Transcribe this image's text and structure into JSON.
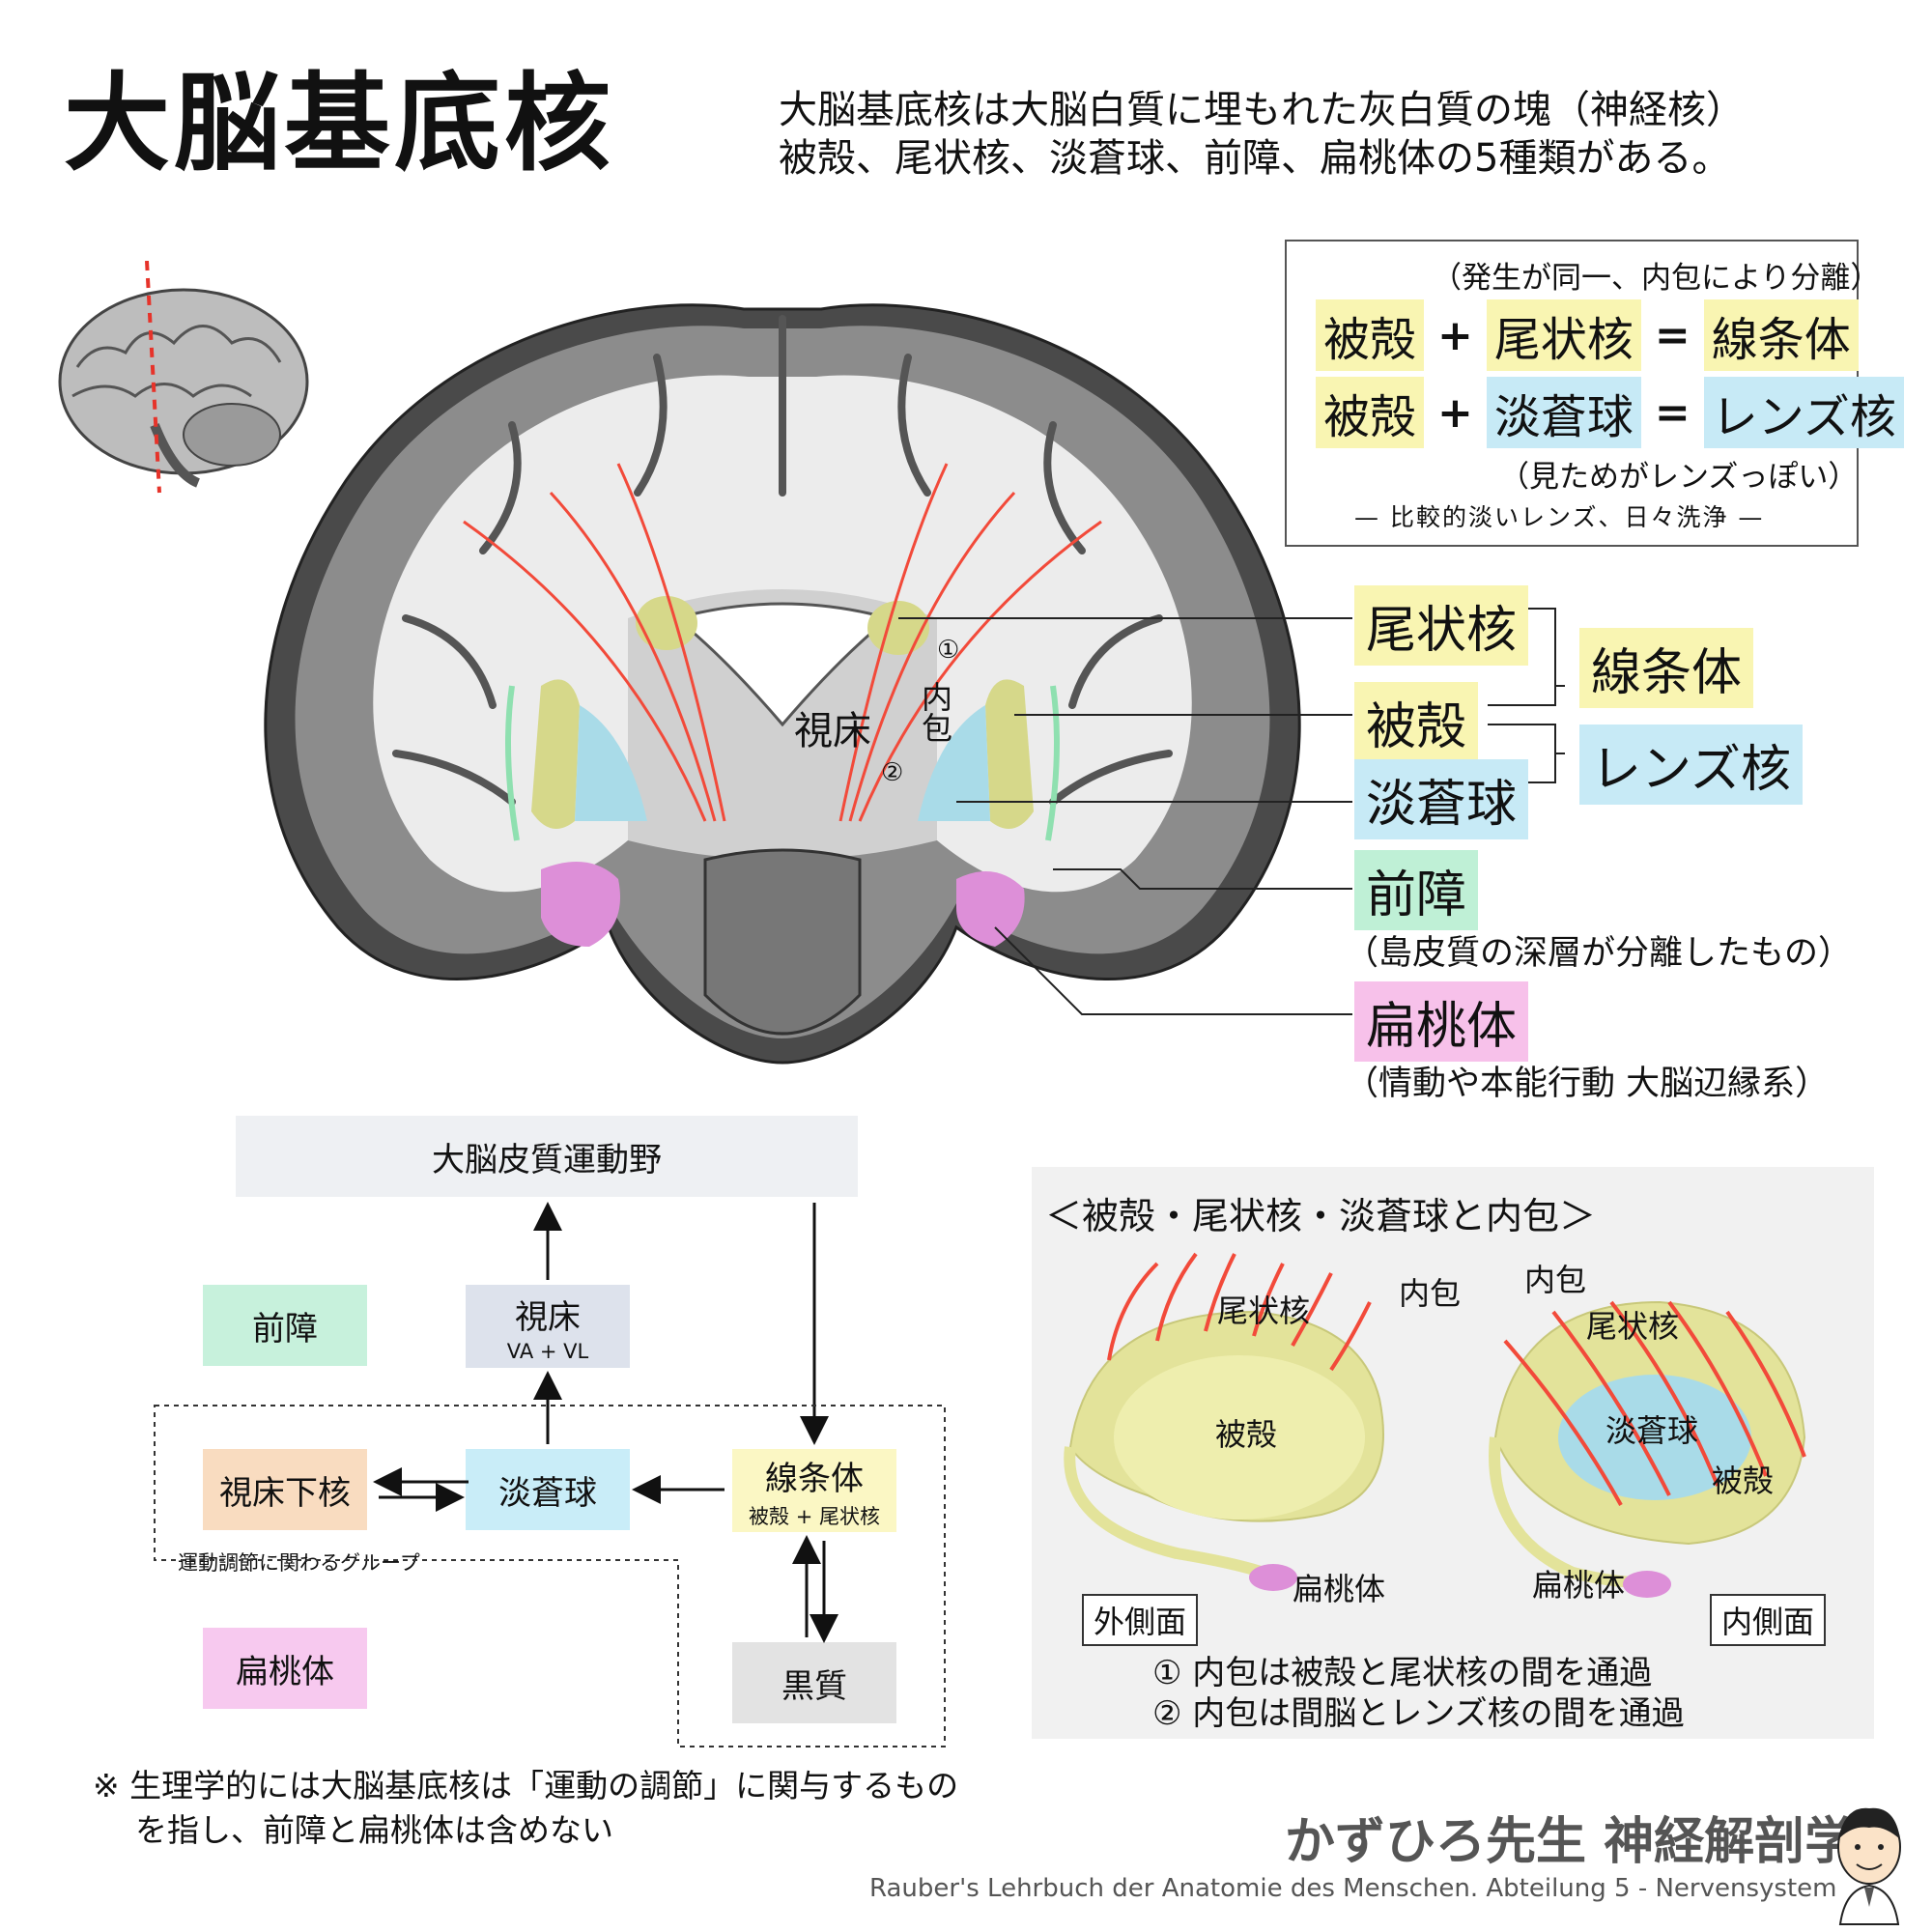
{
  "header": {
    "title": "大脳基底核",
    "intro_line1": "大脳基底核は大脳白質に埋もれた灰白質の塊（神経核）",
    "intro_line2": "被殻、尾状核、淡蒼球、前障、扁桃体の5種類がある。"
  },
  "info_box": {
    "note_top": "（発生が同一、内包により分離）",
    "eq1": {
      "a": "被殻",
      "plus": "+",
      "b": "尾状核",
      "eq": "=",
      "result": "線条体"
    },
    "eq2": {
      "a": "被殻",
      "plus": "+",
      "b": "淡蒼球",
      "eq": "=",
      "result": "レンズ核"
    },
    "note_bottom": "（見ためがレンズっぽい）",
    "mnemonic": "— 比較的淡いレンズ、日々洗浄 —"
  },
  "section": {
    "thalamus_label": "視床",
    "internal_capsule_label": "内包",
    "marker1": "①",
    "marker2": "②"
  },
  "labels": {
    "caudate": "尾状核",
    "putamen": "被殻",
    "globus_pallidus": "淡蒼球",
    "striatum": "線条体",
    "lentiform": "レンズ核",
    "claustrum": "前障",
    "claustrum_note": "（島皮質の深層が分離したもの）",
    "amygdala": "扁桃体",
    "amygdala_note": "（情動や本能行動 大脳辺縁系）"
  },
  "flow": {
    "cortex": "大脳皮質運動野",
    "thalamus": "視床",
    "thalamus_sub": "VA + VL",
    "claustrum": "前障",
    "subthalamic": "視床下核",
    "pallidus": "淡蒼球",
    "striatum": "線条体",
    "striatum_sub": "被殻 + 尾状核",
    "group_label": "運動調節に関わるグループ",
    "amygdala": "扁桃体",
    "substantia_nigra": "黒質"
  },
  "panel": {
    "title": "＜被殻・尾状核・淡蒼球と内包＞",
    "left": {
      "caudate": "尾状核",
      "capsule": "内包",
      "putamen": "被殻",
      "amygdala": "扁桃体",
      "view": "外側面"
    },
    "right": {
      "capsule": "内包",
      "caudate": "尾状核",
      "pallidus": "淡蒼球",
      "putamen": "被殻",
      "amygdala": "扁桃体",
      "view": "内側面"
    },
    "note1": "① 内包は被殻と尾状核の間を通過",
    "note2": "② 内包は間脳とレンズ核の間を通過"
  },
  "footnote": {
    "line1": "※ 生理学的には大脳基底核は「運動の調節」に関与するもの",
    "line2": "を指し、前障と扁桃体は含めない"
  },
  "footer": {
    "brand": "かずひろ先生 神経解剖学",
    "credit": "Rauber's Lehrbuch der Anatomie des Menschen. Abteilung 5 -  Nervensystem"
  },
  "colors": {
    "caudate_putamen": "#d6d88a",
    "pallidus": "#a9dbe8",
    "claustrum": "#8fe0b0",
    "amygdala": "#dd8fd8",
    "arrow": "#f24a3a",
    "highlight_yellow": "#f9f5b2",
    "highlight_blue": "#c7eaf6"
  }
}
